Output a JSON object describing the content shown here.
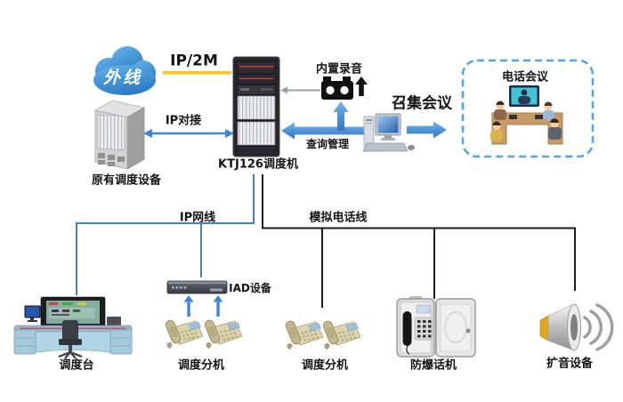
{
  "diagram": {
    "labels": {
      "cloud": "外线",
      "wan_link": "IP/2M",
      "legacy_device": "原有调度设备",
      "legacy_link": "IP对接",
      "dispatcher": "KTJ126调度机",
      "recording": "内置录音",
      "query_mgmt": "查询管理",
      "convene": "召集会议",
      "conference": "电话会议",
      "ip_bus": "IP网线",
      "analog_bus": "模拟电话线",
      "console": "调度台",
      "extension1": "调度分机",
      "iad": "IAD设备",
      "extension2": "调度分机",
      "exproof_phone": "防爆话机",
      "amplifier": "扩音设备"
    },
    "colors": {
      "cloud_blue": "#3E8FD6",
      "wan_line_yellow": "#FFC21E",
      "arrow_blue": "#3E86DB",
      "ip_line_blue": "#4A7CC9",
      "analog_line_black": "#1B1B1B",
      "conference_dash_blue": "#4DA6E8"
    }
  }
}
